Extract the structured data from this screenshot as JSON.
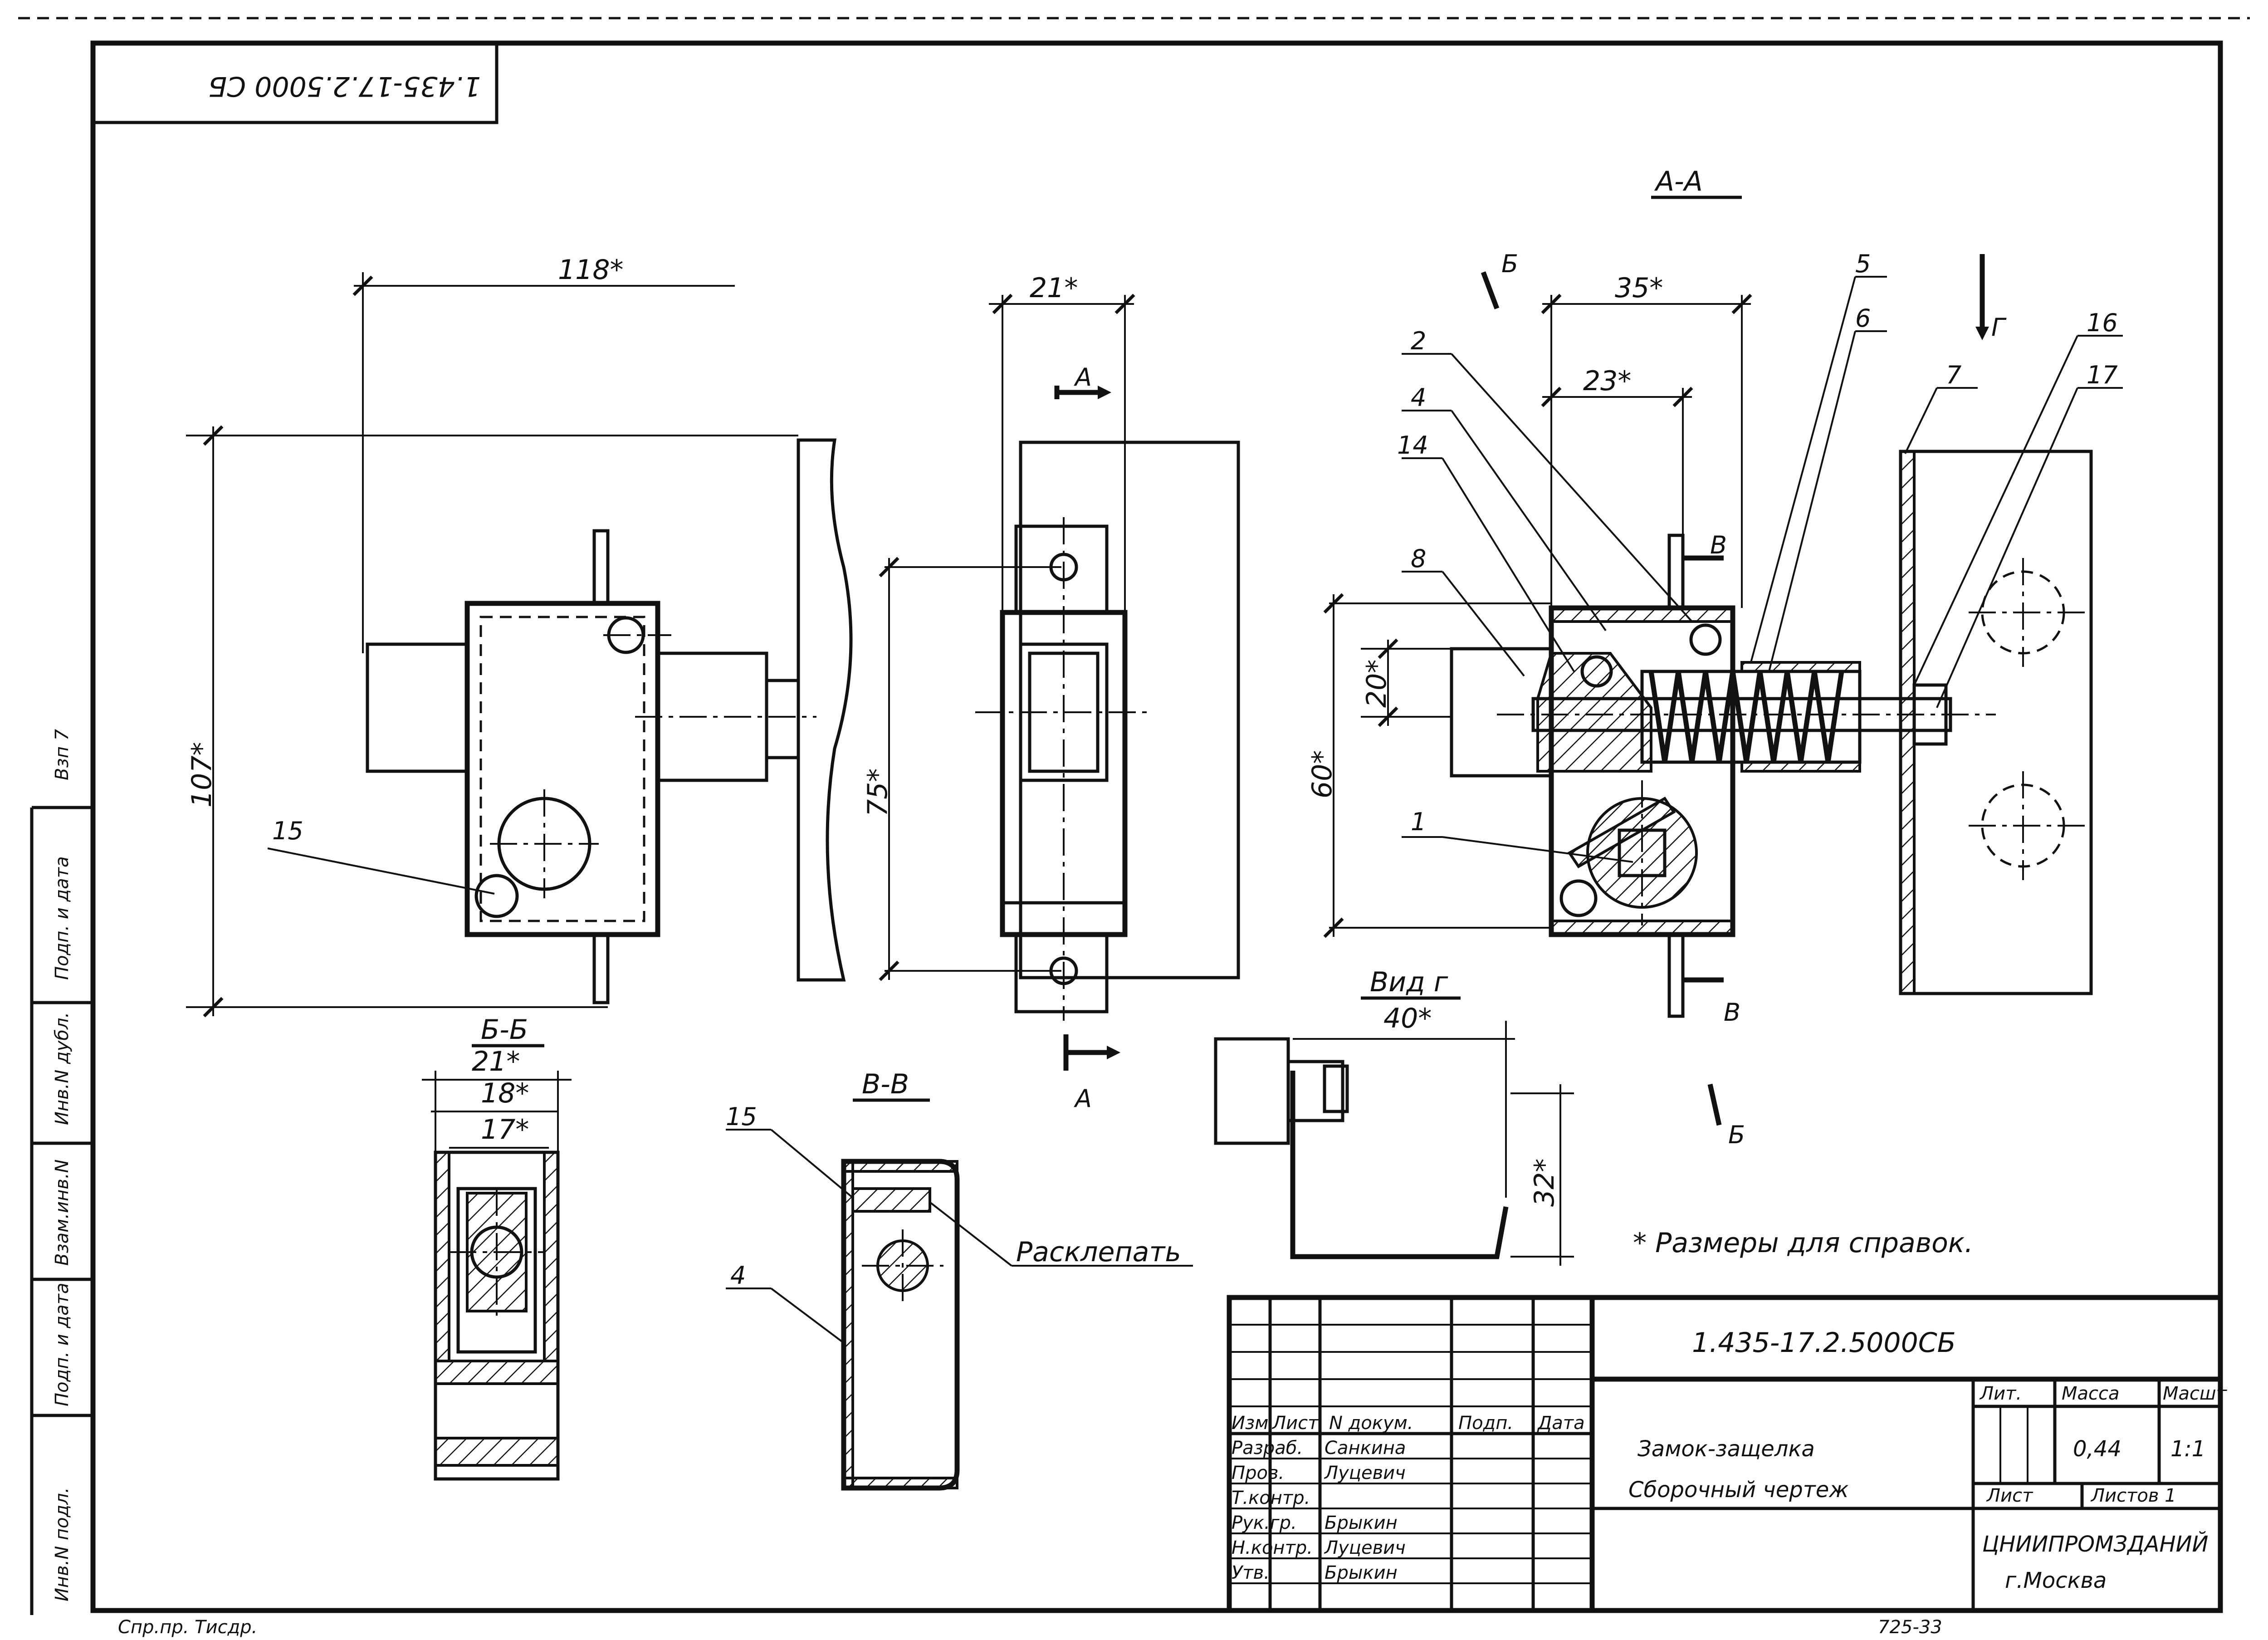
{
  "drawing": {
    "code_rotated": "1.435-17.2.5000 СБ",
    "section_aa": "А-А",
    "section_bb": "Б-Б",
    "section_vv": "В-В",
    "view_g": "Вид г",
    "note": "* Размеры для справок.",
    "rivet_note": "Расклепать",
    "margin_label_1": "Взам.инв.N",
    "margin_label_2": "Инв.N дубл.",
    "margin_label_3": "Подп. и дата",
    "margin_label_4": "Инв.N подл.",
    "margin_label_5": "Подп. и дата",
    "margin_label_6": "Взп 7",
    "bottom_scribble": "Спр.пр. Тисдр.",
    "bottom_right_code": "725-33"
  },
  "dimensions": {
    "d118": "118*",
    "d107": "107*",
    "d21_front": "21*",
    "d75": "75*",
    "d35": "35*",
    "d23": "23*",
    "d20": "20*",
    "d60": "60*",
    "d21_bb": "21*",
    "d18_bb": "18*",
    "d17_bb": "17*",
    "d40": "40*",
    "d32": "32*"
  },
  "callouts": {
    "c1": "1",
    "c2": "2",
    "c4": "4",
    "c5": "5",
    "c6": "6",
    "c7": "7",
    "c8": "8",
    "c14": "14",
    "c15a": "15",
    "c15b": "15",
    "c4b": "4",
    "c16": "16",
    "c17": "17",
    "cut_a1": "А",
    "cut_a2": "А",
    "cut_b1": "Б",
    "cut_b2": "Б",
    "cut_v1": "В",
    "cut_v2": "В",
    "cut_g": "Г"
  },
  "title_block": {
    "designation": "1.435-17.2.5000СБ",
    "name_line1": "Замок-защелка",
    "name_line2": "Сборочный чертеж",
    "col_izm": "Изм",
    "col_list": "Лист",
    "col_ndokum": "N докум.",
    "col_podp": "Подп.",
    "col_data": "Дата",
    "row_razrab": "Разраб.",
    "row_prov": "Пров.",
    "row_tkontr": "Т.контр.",
    "row_rukgr": "Рук.гр.",
    "row_nkontr": "Н.контр.",
    "row_utv": "Утв.",
    "name_razrab": "Санкина",
    "name_prov": "Луцевич",
    "name_rukgr": "Брыкин",
    "name_nkontr": "Луцевич",
    "name_utv": "Брыкин",
    "lit_label": "Лит.",
    "massa_label": "Масса",
    "masht_label": "Масшт",
    "massa_value": "0,44",
    "masht_value": "1:1",
    "list_label": "Лист",
    "listov_label": "Листов 1",
    "org_line1": "ЦНИИПРОМЗДАНИЙ",
    "org_line2": "г.Москва"
  },
  "colors": {
    "ink": "#111111",
    "paper": "#ffffff"
  }
}
